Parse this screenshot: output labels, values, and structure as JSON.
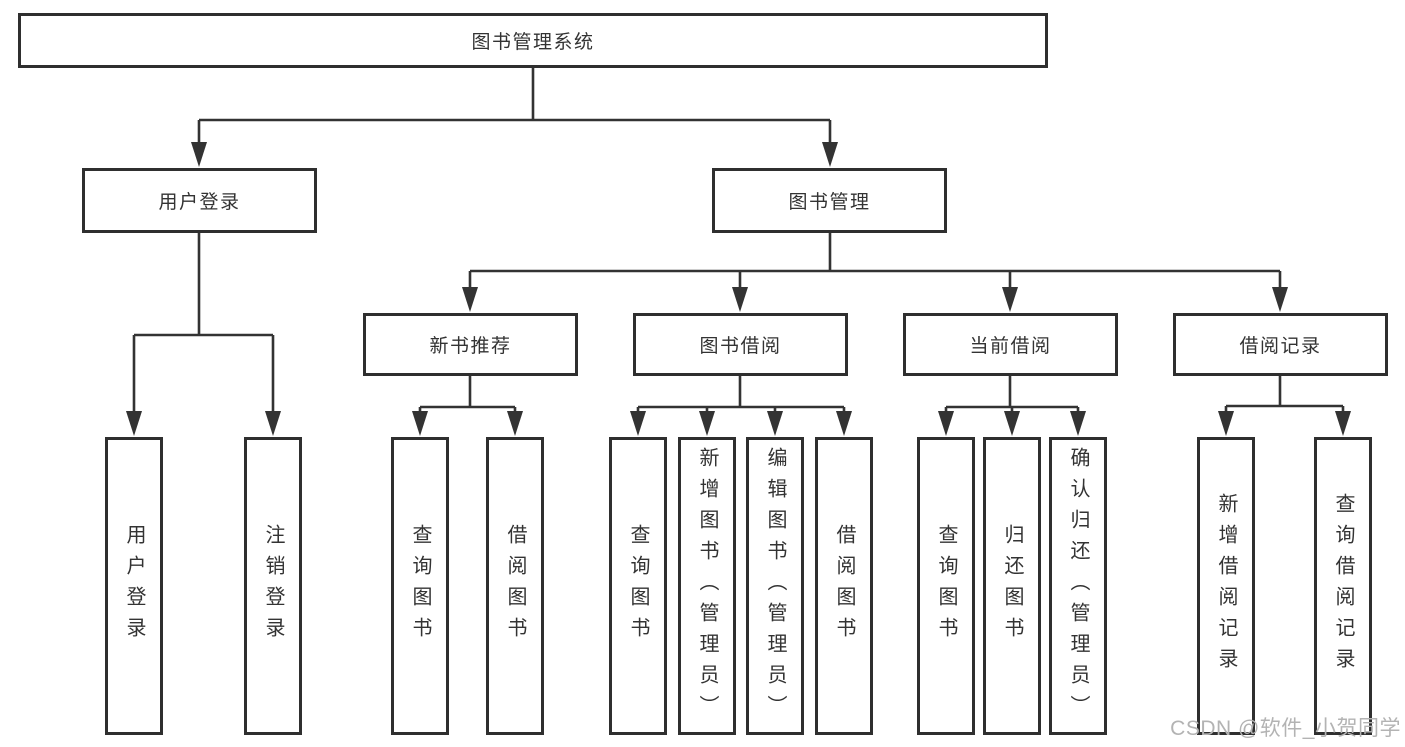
{
  "diagram": {
    "tree": {
      "label": "图书管理系统",
      "children": [
        {
          "label": "用户登录",
          "children": [
            {
              "label": "用户登录"
            },
            {
              "label": "注销登录"
            }
          ]
        },
        {
          "label": "图书管理",
          "children": [
            {
              "label": "新书推荐",
              "children": [
                {
                  "label": "查询图书"
                },
                {
                  "label": "借阅图书"
                }
              ]
            },
            {
              "label": "图书借阅",
              "children": [
                {
                  "label": "查询图书"
                },
                {
                  "label": "新增图书（管理员）"
                },
                {
                  "label": "编辑图书（管理员）"
                },
                {
                  "label": "借阅图书"
                }
              ]
            },
            {
              "label": "当前借阅",
              "children": [
                {
                  "label": "查询图书"
                },
                {
                  "label": "归还图书"
                },
                {
                  "label": "确认归还（管理员）"
                }
              ]
            },
            {
              "label": "借阅记录",
              "children": [
                {
                  "label": "新增借阅记录"
                },
                {
                  "label": "查询借阅记录"
                }
              ]
            }
          ]
        }
      ]
    },
    "colors": {
      "line": "#333333",
      "box_border": "#2f2f2f",
      "box_fill": "#ffffff",
      "text": "#333333",
      "watermark": "#b3b3b3"
    },
    "watermark": "CSDN @软件_小贺同学"
  }
}
